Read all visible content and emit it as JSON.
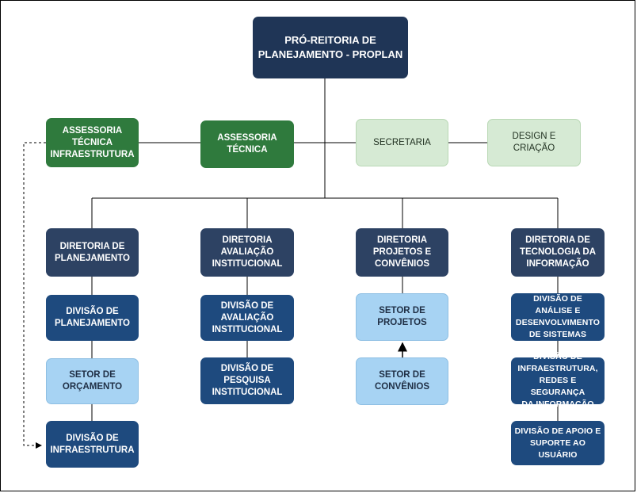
{
  "org": {
    "root": "PRÓ-REITORIA DE\nPLANEJAMENTO - PROPLAN",
    "assessoria_infra": "ASSESSORIA\nTÉCNICA\nINFRAESTRUTURA",
    "assessoria": "ASSESSORIA\nTÉCNICA",
    "secretaria": "SECRETARIA",
    "design": "DESIGN E CRIAÇÃO",
    "diretorias": [
      {
        "title": "DIRETORIA DE\nPLANEJAMENTO",
        "units": [
          "DIVISÃO DE\nPLANEJAMENTO",
          "SETOR DE\nORÇAMENTO",
          "DIVISÃO DE\nINFRAESTRUTURA"
        ]
      },
      {
        "title": "DIRETORIA\nAVALIAÇÃO\nINSTITUCIONAL",
        "units": [
          "DIVISÃO DE\nAVALIAÇÃO\nINSTITUCIONAL",
          "DIVISÃO DE\nPESQUISA\nINSTITUCIONAL"
        ]
      },
      {
        "title": "DIRETORIA\nPROJETOS E\nCONVÊNIOS",
        "units": [
          "SETOR DE\nPROJETOS",
          "SETOR DE\nCONVÊNIOS"
        ]
      },
      {
        "title": "DIRETORIA DE\nTECNOLOGIA DA\nINFORMAÇÃO",
        "units": [
          "DIVISÃO DE ANÁLISE E\nDESENVOLVIMENTO\nDE SISTEMAS",
          "DIVISÃO DE\nINFRAESTRUTURA,\nREDES E SEGURANÇA\nDA INFORMAÇÃO",
          "DIVISÃO DE APOIO E\nSUPORTE AO USUÁRIO"
        ]
      }
    ]
  }
}
